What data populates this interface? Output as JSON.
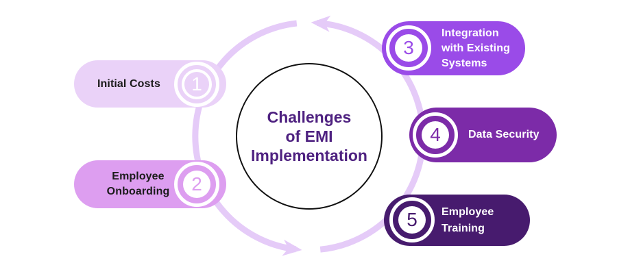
{
  "diagram": {
    "title_lines": [
      "Challenges",
      "of EMI",
      "Implementation"
    ],
    "title_color": "#4E2180",
    "background_color": "#FFFFFF",
    "ring_color": "#E5CBF8",
    "flow_direction": "counterclockwise"
  },
  "items": [
    {
      "number": "1",
      "label_lines": [
        "Initial Costs"
      ],
      "color": "#EAD2F8",
      "text_color": "#1B1B1B",
      "side": "left"
    },
    {
      "number": "2",
      "label_lines": [
        "Employee",
        "Onboarding"
      ],
      "color": "#DD9EF0",
      "text_color": "#1B1B1B",
      "side": "left"
    },
    {
      "number": "3",
      "label_lines": [
        "Integration",
        "with Existing",
        "Systems"
      ],
      "color": "#9A4BE8",
      "text_color": "#FFFFFF",
      "side": "right"
    },
    {
      "number": "4",
      "label_lines": [
        "Data Security"
      ],
      "color": "#7C2BA8",
      "text_color": "#FFFFFF",
      "side": "right"
    },
    {
      "number": "5",
      "label_lines": [
        "Employee",
        "Training"
      ],
      "color": "#471B6E",
      "text_color": "#FFFFFF",
      "side": "right"
    }
  ]
}
